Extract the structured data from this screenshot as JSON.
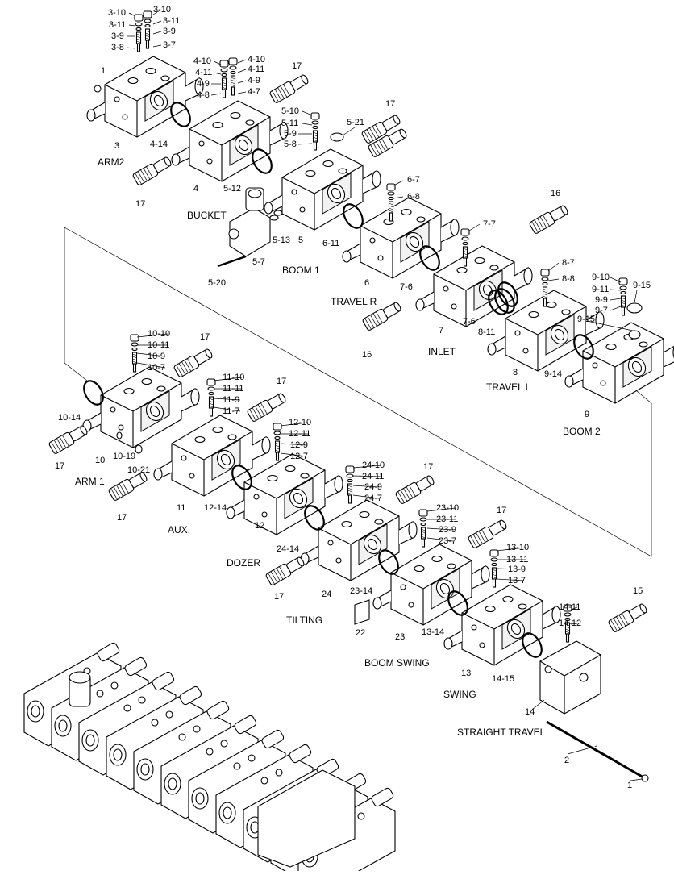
{
  "sections": {
    "arm2": "ARM2",
    "bucket": "BUCKET",
    "boom1": "BOOM 1",
    "travel_r": "TRAVEL R",
    "inlet": "INLET",
    "travel_l": "TRAVEL L",
    "boom2": "BOOM 2",
    "arm1": "ARM 1",
    "aux": "AUX.",
    "dozer": "DOZER",
    "tilting": "TILTING",
    "boom_swing": "BOOM SWING",
    "swing": "SWING",
    "straight_travel": "STRAIGHT TRAVEL"
  },
  "callouts": {
    "c3_10a": "3-10",
    "c3_10b": "3-10",
    "c3_11a": "3-11",
    "c3_11b": "3-11",
    "c3_9a": "3-9",
    "c3_9b": "3-9",
    "c3_8": "3-8",
    "c3_7": "3-7",
    "c1a": "1",
    "c3": "3",
    "c4_14": "4-14",
    "c4_10a": "4-10",
    "c4_10b": "4-10",
    "c4_11a": "4-11",
    "c4_11b": "4-11",
    "c4_9a": "4-9",
    "c4_9b": "4-9",
    "c4_8": "4-8",
    "c4_7": "4-7",
    "c17a": "17",
    "c17b": "17",
    "c17c": "17",
    "c5_10": "5-10",
    "c5_11": "5-11",
    "c5_9": "5-9",
    "c5_8": "5-8",
    "c5_21": "5-21",
    "c4": "4",
    "c5_12": "5-12",
    "c6_7": "6-7",
    "c6_8": "6-8",
    "c16a": "16",
    "c6_11": "6-11",
    "c5_13": "5-13",
    "c5": "5",
    "c5_7": "5-7",
    "c5_20": "5-20",
    "c7_7": "7-7",
    "c6": "6",
    "c7_6a": "7-6",
    "c7_6b": "7-6",
    "c8_11": "8-11",
    "c7": "7",
    "c8_7": "8-7",
    "c8_8": "8-8",
    "c9_10": "9-10",
    "c9_11": "9-11",
    "c9_9": "9-9",
    "c9_7": "9-7",
    "c9_15a": "9-15",
    "c9_15b": "9-15",
    "c16b": "16",
    "c8": "8",
    "c9_14": "9-14",
    "c9": "9",
    "c10_10": "10-10",
    "c10_11": "10-11",
    "c10_9": "10-9",
    "c10_7": "10-7",
    "c17d": "17",
    "c11_10": "11-10",
    "c11_11": "11-11",
    "c11_9": "11-9",
    "c11_7": "11-7",
    "c17e": "17",
    "c10_14": "10-14",
    "c12_10": "12-10",
    "c12_11": "12-11",
    "c12_9": "12-9",
    "c12_7": "12-7",
    "c17f": "17",
    "c10": "10",
    "c10_19": "10-19",
    "c10_21": "10-21",
    "c24_10": "24-10",
    "c24_11": "24-11",
    "c24_9": "24-9",
    "c24_7": "24-7",
    "c17g": "17",
    "c17h": "17",
    "c11": "11",
    "c12_14": "12-14",
    "c23_10": "23-10",
    "c23_11": "23-11",
    "c23_9": "23-9",
    "c23_7": "23-7",
    "c17i": "17",
    "c13_10": "13-10",
    "c13_11": "13-11",
    "c13_9": "13-9",
    "c13_7": "13-7",
    "c12": "12",
    "c24_14": "24-14",
    "c17j": "17",
    "c24": "24",
    "c23_14": "23-14",
    "c14_11": "14-11",
    "c14_12": "14-12",
    "c15": "15",
    "c22": "22",
    "c23": "23",
    "c13_14": "13-14",
    "c13": "13",
    "c14_15": "14-15",
    "c14": "14",
    "c2": "2",
    "c1b": "1"
  },
  "colors": {
    "line": "#000000",
    "background": "#ffffff",
    "face": "#f2f2f2"
  }
}
